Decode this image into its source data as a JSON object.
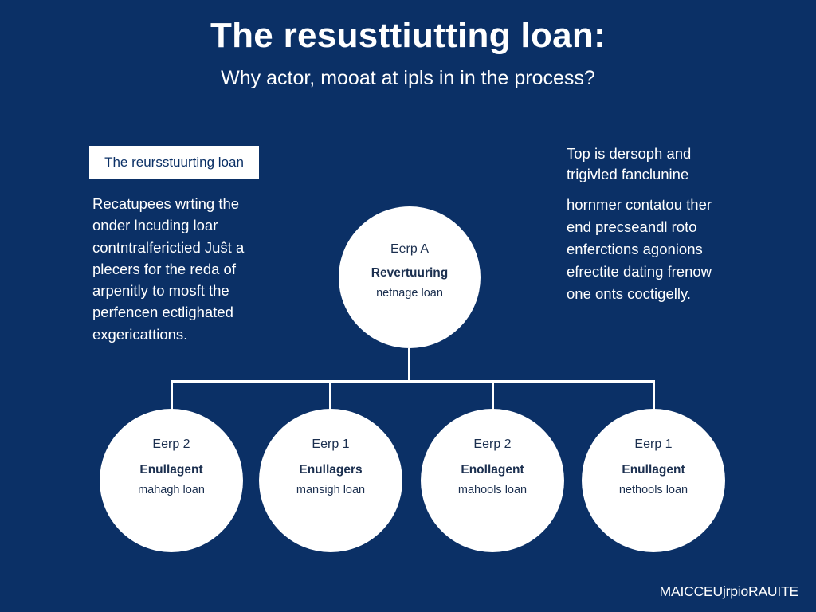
{
  "title": "The resusttiutting loan:",
  "subtitle": "Why actor, mooat at ipls in in the process?",
  "label_box": "The reursstuurting loan",
  "left_paragraph": [
    "Recatupees wrting the",
    "onder lncuding loar",
    "contntralferictied Juŝt a",
    "plecers for the reda of",
    "arpenitly to mosft the",
    "perfencen ectlighated",
    "exgericattions."
  ],
  "right_top": [
    "Top is dersoph and",
    "trigivled fanclunine"
  ],
  "right_paragraph": [
    "hornmer contatou ther",
    "end precseandl roto",
    "enferctions agonions",
    "efrectite dating frenow",
    "one onts coctigelly."
  ],
  "root_node": {
    "step": "Eerp A",
    "name": "Revertuuring",
    "desc": "netnage loan"
  },
  "child_nodes": [
    {
      "step": "Eerp 2",
      "name": "Enullagent",
      "desc": "mahagh loan"
    },
    {
      "step": "Eerp 1",
      "name": "Enullagers",
      "desc": "mansigh loan"
    },
    {
      "step": "Eerp 2",
      "name": "Enollagent",
      "desc": "mahools loan"
    },
    {
      "step": "Eerp 1",
      "name": "Enullagent",
      "desc": "nethools loan"
    }
  ],
  "footer": "MAICCEUjrpioRAUITE",
  "colors": {
    "background": "#0b3066",
    "node_fill": "#ffffff",
    "node_text": "#1b2f4f",
    "line": "#ffffff"
  }
}
